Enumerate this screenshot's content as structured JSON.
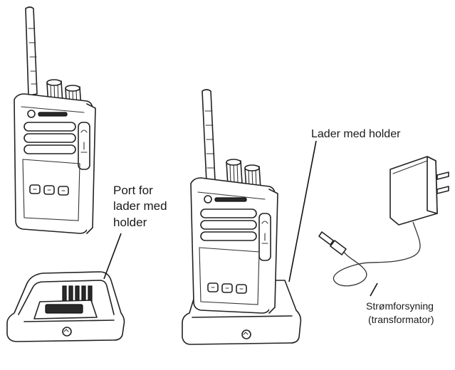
{
  "labels": {
    "port_line1": "Port for",
    "port_line2": "lader med",
    "port_line3": "holder",
    "charger_with_holder": "Lader med holder",
    "power_supply_line1": "Strømforsyning",
    "power_supply_line2": "(transformator)"
  }
}
